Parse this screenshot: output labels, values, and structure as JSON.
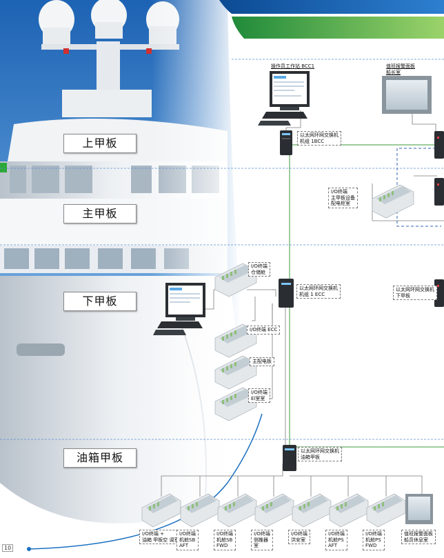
{
  "decks": {
    "upper": "上甲板",
    "main": "主甲板",
    "lower": "下甲板",
    "tank": "油箱甲板"
  },
  "nodes": {
    "operator_station": "操作员工作站 BCC1",
    "alarm_panel_captain": [
      "值班报警面板",
      "船长室"
    ],
    "switch_bridge": [
      "以太网环网交换机",
      "机组 1BCC"
    ],
    "io_main_electrical": [
      "I/O终端",
      "主甲板设备",
      "配电柜室"
    ],
    "io_warehouse": [
      "I/O终端",
      "仓储舱"
    ],
    "switch_ecc": [
      "以太网环网交换机",
      "机组 1 ECC"
    ],
    "io_ecc": "I/O终端 ECC",
    "io_main_distribution": "主配电板",
    "io_cabin": [
      "I/O终端",
      "El室室"
    ],
    "switch_right": [
      "以太网环网交换机",
      "下甲板"
    ],
    "switch_tank": [
      "以太网环网交换机",
      "油箱甲板"
    ],
    "io_tank_1": [
      "I/O终端 +",
      "油箱 甲板空 调室"
    ],
    "io_tank_2": [
      "I/O终端",
      "机舱SB",
      "AFT"
    ],
    "io_tank_3": [
      "I/O终端",
      "机舱SB",
      "FWD"
    ],
    "io_tank_4": [
      "I/O终端",
      "侧推器",
      "室"
    ],
    "io_tank_5": [
      "I/O终端",
      "洪安室"
    ],
    "io_tank_6": [
      "I/O终端",
      "机舱PS",
      "AFT"
    ],
    "io_tank_7": [
      "I/O终端",
      "机舱PS",
      "FWD"
    ],
    "alarm_panel_crew": [
      "值班报警面板",
      "船员休息室"
    ]
  },
  "page_number": "10",
  "colors": {
    "ring_network": "#3c9a3c",
    "backbone": "#7a7a7a",
    "dashed_link": "#2d5fb5",
    "deck_line": "#5a8fcf",
    "banner_blue": "#1a5ea8",
    "banner_green": "#3aa84a"
  }
}
